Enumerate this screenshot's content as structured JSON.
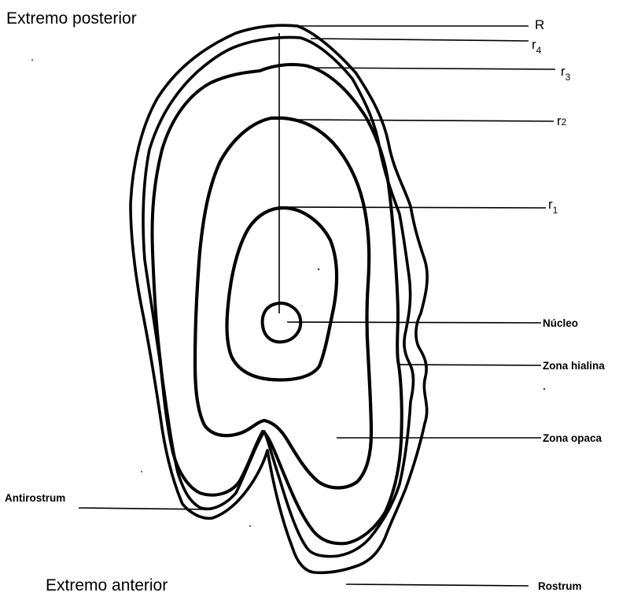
{
  "title_top": "Extremo posterior",
  "title_bottom": "Extremo anterior",
  "labels": {
    "R": "R",
    "r4": {
      "base": "r",
      "sub": "4"
    },
    "r3": {
      "base": "r",
      "sub": "3"
    },
    "r2": {
      "base": "r",
      "sub": "2"
    },
    "r1": {
      "base": "r",
      "sub": "1"
    },
    "nucleo": "Núcleo",
    "zona_hialina": "Zona hialina",
    "zona_opaca": "Zona opaca",
    "antirostrum": "Antirostrum",
    "rostrum": "Rostrum"
  }
}
